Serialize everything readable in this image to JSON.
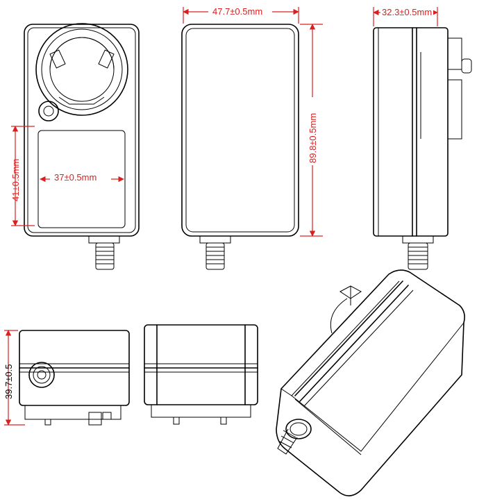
{
  "dimensions": {
    "width": "47.7±0.5mm",
    "depth": "32.3±0.5mm",
    "height": "89.8±0.5mm",
    "label_height": "41±0.5mm",
    "label_width": "37±0.5mm",
    "bottom_height": "39.7±0.5"
  },
  "colors": {
    "dimension": "#d92020",
    "outline": "#000000"
  }
}
